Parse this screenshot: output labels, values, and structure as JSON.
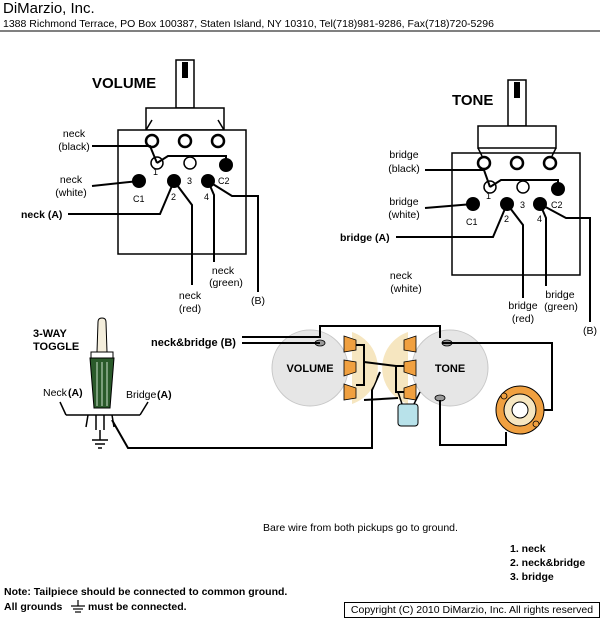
{
  "header": {
    "title": "DiMarzio, Inc.",
    "address": "1388 Richmond Terrace, PO Box 100387, Staten Island, NY 10310, Tel(718)981-9286, Fax(718)720-5296"
  },
  "volume_pot": {
    "title": "VOLUME",
    "lug_labels": {
      "one": "1",
      "two": "2",
      "three": "3",
      "four": "4",
      "c1": "C1",
      "c2": "C2"
    },
    "wires": {
      "neck_black": [
        "neck",
        "(black)"
      ],
      "neck_white": [
        "neck",
        "(white)"
      ],
      "neck_a": "neck (A)",
      "neck_red": [
        "neck",
        "(red)"
      ],
      "neck_green": [
        "neck",
        "(green)"
      ],
      "b": "(B)"
    }
  },
  "tone_pot": {
    "title": "TONE",
    "lug_labels": {
      "one": "1",
      "two": "2",
      "three": "3",
      "four": "4",
      "c1": "C1",
      "c2": "C2"
    },
    "wires": {
      "bridge_black": [
        "bridge",
        "(black)"
      ],
      "bridge_white": [
        "bridge",
        "(white)"
      ],
      "bridge_a": "bridge (A)",
      "bridge_red": [
        "bridge",
        "(red)"
      ],
      "bridge_green": [
        "bridge",
        "(green)"
      ],
      "b": "(B)",
      "neck_white": [
        "neck",
        "(white)"
      ]
    }
  },
  "toggle": {
    "title": [
      "3-WAY",
      "TOGGLE"
    ],
    "neck_label": "Neck",
    "neck_a": "(A)",
    "bridge_label": "Bridge",
    "bridge_a": "(A)"
  },
  "assembly": {
    "volume_label": "VOLUME",
    "tone_label": "TONE",
    "neck_bridge_b": "neck&bridge (B)"
  },
  "notes": {
    "bare_wire": "Bare wire from both pickups go to ground.",
    "positions": [
      "1. neck",
      "2. neck&bridge",
      "3. bridge"
    ],
    "tailpiece": "Note: Tailpiece should be connected to common ground.",
    "grounds_prefix": "All grounds",
    "grounds_suffix": "must be connected."
  },
  "footer": {
    "copyright": "Copyright (C) 2010 DiMarzio, Inc. All rights reserved"
  },
  "colors": {
    "line": "#000000",
    "pot_fill": "#e6e6e6",
    "lug_orange": "#f0a040",
    "lug_cream": "#f6e6c0",
    "cap_fill": "#b8e2ea",
    "toggle_green": "#2a5a2a",
    "toggle_cream": "#f4eedc"
  }
}
